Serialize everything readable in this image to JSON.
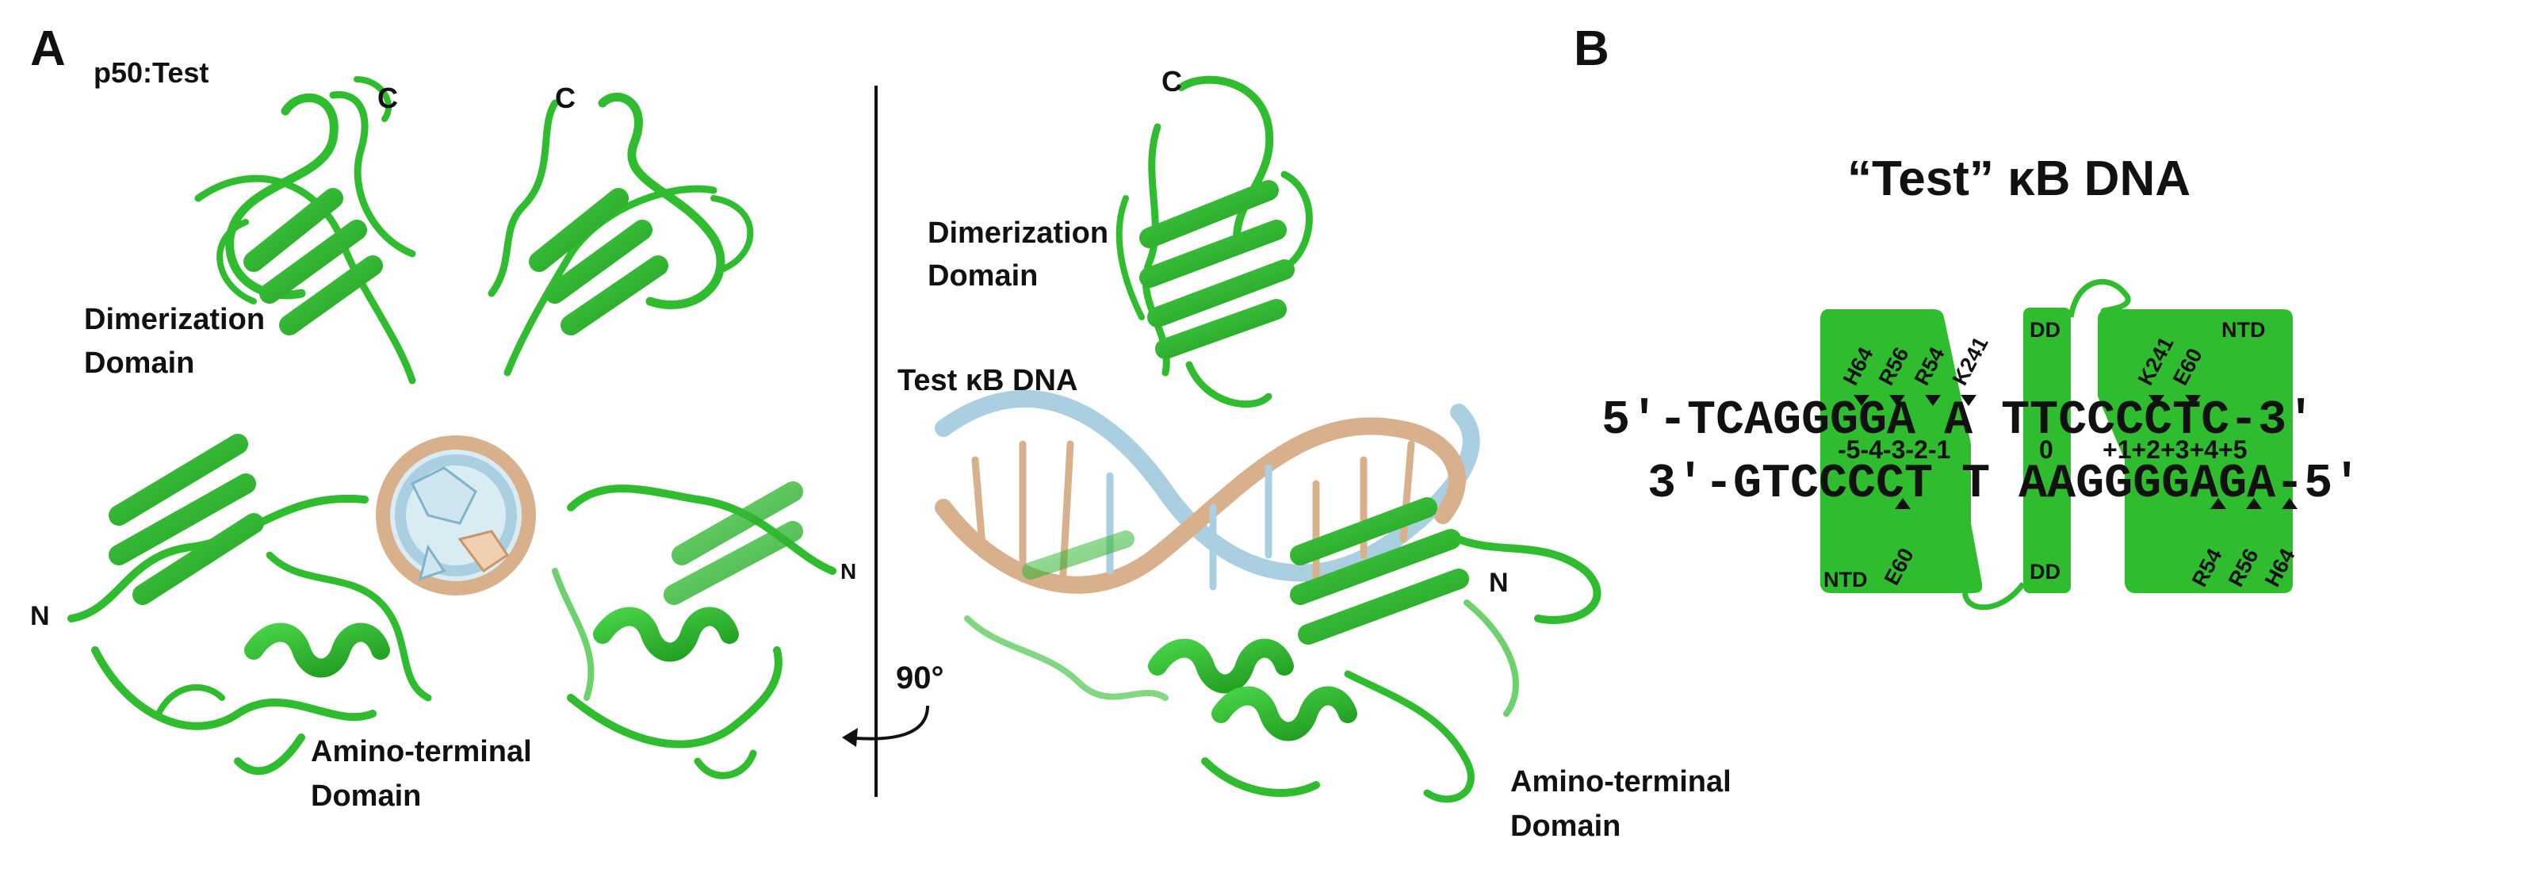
{
  "panel_a": {
    "letter": "A",
    "complex_label": "p50:Test",
    "left_view": {
      "c_term_left": "C",
      "c_term_right": "C",
      "dimerization_label": [
        "Dimerization",
        "Domain"
      ],
      "n_term_left": "N",
      "n_term_right": "N",
      "ntd_label": [
        "Amino-terminal",
        "Domain"
      ]
    },
    "rotation_label": "90°",
    "right_view": {
      "c_term": "C",
      "dimerization_label": [
        "Dimerization",
        "Domain"
      ],
      "dna_label": "Test κB DNA",
      "n_term": "N",
      "ntd_label": [
        "Amino-terminal",
        "Domain"
      ]
    }
  },
  "panel_b": {
    "letter": "B",
    "title": "“Test” κB DNA",
    "top_strand": "5'-TCAGGGGA A TTCCCCTC-3'",
    "bottom_strand": "3'-GTCCCCT T AAGGGGAGA-5'",
    "positions_left": "-5-4-3-2-1",
    "position_center": "0",
    "positions_right": "+1+2+3+4+5",
    "residues_top_left": [
      "H64",
      "R56",
      "R54",
      "K241"
    ],
    "residues_top_right": [
      "K241",
      "E60"
    ],
    "residues_bottom_left": [
      "E60"
    ],
    "residues_bottom_right": [
      "R54",
      "R56",
      "H64"
    ],
    "ntd_top": "NTD",
    "ntd_bottom": "NTD",
    "dd_top": "DD",
    "dd_bottom": "DD",
    "colors": {
      "protein": "#2fbd2f",
      "dna_strand_1": "#d9b08c",
      "dna_strand_2": "#a9cfe0"
    }
  }
}
